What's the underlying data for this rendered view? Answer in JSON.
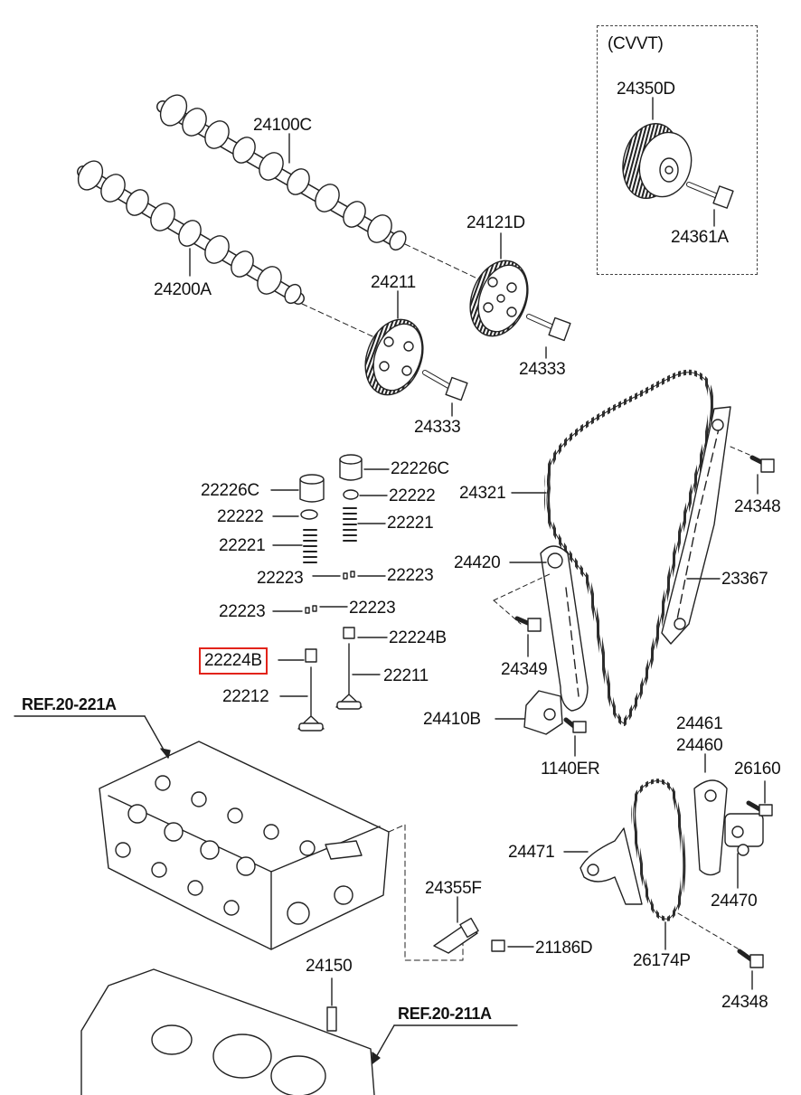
{
  "diagram": {
    "cvvt_label": "(CVVT)",
    "highlight_color": "#e2231a",
    "parts": {
      "p24100C": "24100C",
      "p24200A": "24200A",
      "p24121D": "24121D",
      "p24211": "24211",
      "p24333_a": "24333",
      "p24333_b": "24333",
      "p24350D": "24350D",
      "p24361A": "24361A",
      "p22226C_a": "22226C",
      "p22226C_b": "22226C",
      "p22222_a": "22222",
      "p22222_b": "22222",
      "p22221_a": "22221",
      "p22221_b": "22221",
      "p22223_a": "22223",
      "p22223_b": "22223",
      "p22223_c": "22223",
      "p22223_d": "22223",
      "p22224B_a": "22224B",
      "p22224B_b": "22224B",
      "p22211": "22211",
      "p22212": "22212",
      "p24321": "24321",
      "p24348_a": "24348",
      "p24348_b": "24348",
      "p24420": "24420",
      "p23367": "23367",
      "p24349": "24349",
      "p24410B": "24410B",
      "p1140ER": "1140ER",
      "p24461": "24461",
      "p24460": "24460",
      "p26160": "26160",
      "p24471": "24471",
      "p24470": "24470",
      "p24355F": "24355F",
      "p21186D": "21186D",
      "p26174P": "26174P",
      "p24150": "24150"
    },
    "refs": {
      "ref_20_221A": "REF.20-221A",
      "ref_20_211A": "REF.20-211A"
    }
  }
}
